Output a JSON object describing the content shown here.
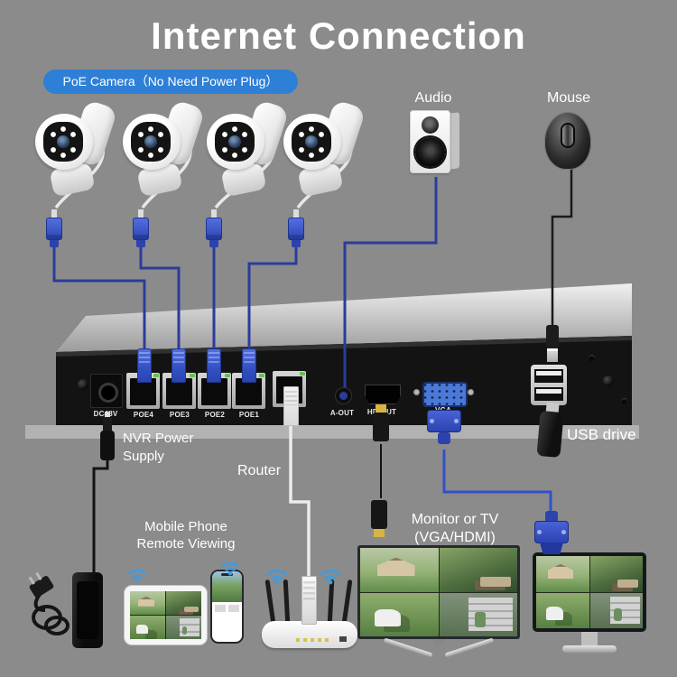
{
  "title": "Internet Connection",
  "banner": {
    "label": "PoE Camera（No Need Power Plug）"
  },
  "devices": {
    "audio_label": "Audio",
    "mouse_label": "Mouse",
    "usb_drive_label": "USB drive",
    "nvr_power_label": "NVR Power\nSupply",
    "router_label": "Router",
    "mobile_label": "Mobile Phone\nRemote Viewing",
    "monitor_label": "Monitor or TV\n(VGA/HDMI)"
  },
  "nvr": {
    "ports": [
      {
        "label": "DC48V"
      },
      {
        "label": "POE4"
      },
      {
        "label": "POE3"
      },
      {
        "label": "POE2"
      },
      {
        "label": "POE1"
      },
      {
        "label": "A-OUT"
      },
      {
        "label": "HD-OUT"
      },
      {
        "label": "VGA"
      }
    ]
  },
  "colors": {
    "background": "#8b8b8b",
    "banner_blue": "#2e7fd6",
    "cable_blue": "#2b3c9c",
    "vga_blue": "#3050cc",
    "wifi_blue": "#3f9be0",
    "led_green": "#67c14e",
    "hdmi_gold": "#d9b445"
  }
}
